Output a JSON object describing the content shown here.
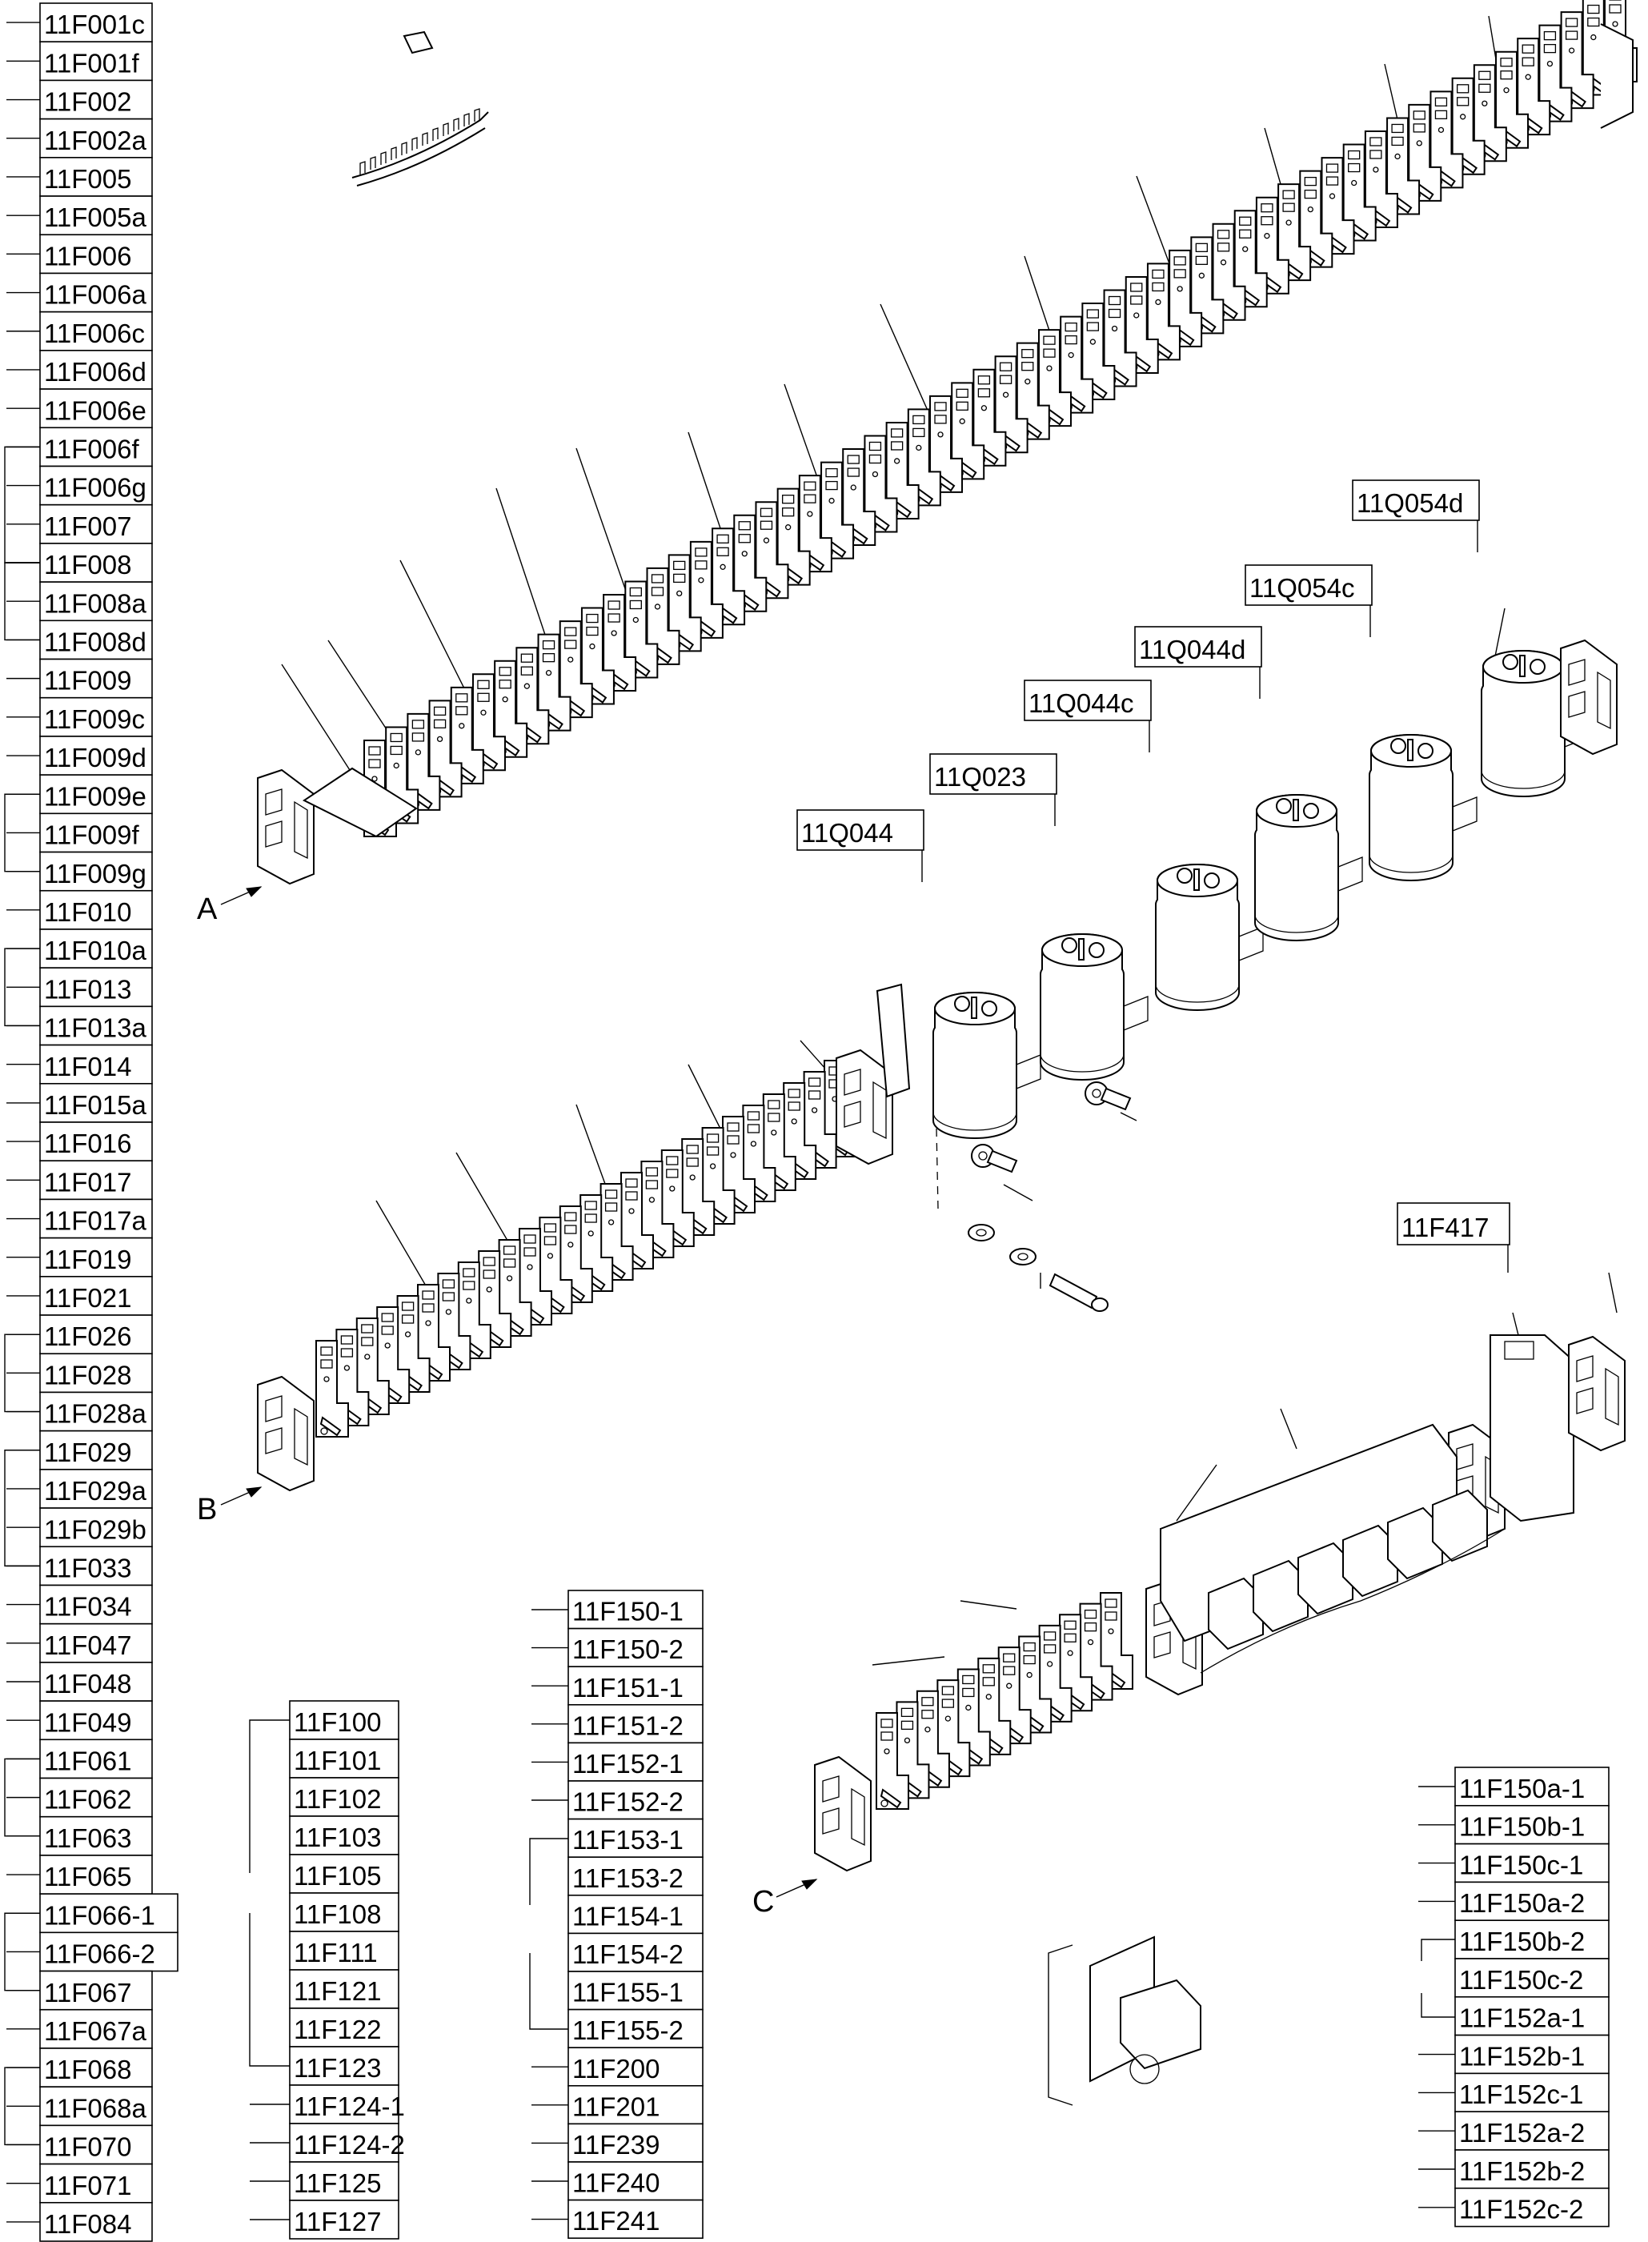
{
  "labels": {
    "left_column": [
      "11F001c",
      "11F001f",
      "11F002",
      "11F002a",
      "11F005",
      "11F005a",
      "11F006",
      "11F006a",
      "11F006c",
      "11F006d",
      "11F006e",
      "11F006f",
      "11F006g",
      "11F007",
      "11F008",
      "11F008a",
      "11F008d",
      "11F009",
      "11F009c",
      "11F009d",
      "11F009e",
      "11F009f",
      "11F009g",
      "11F010",
      "11F010a",
      "11F013",
      "11F013a",
      "11F014",
      "11F015a",
      "11F016",
      "11F017",
      "11F017a",
      "11F019",
      "11F021",
      "11F026",
      "11F028",
      "11F028a",
      "11F029",
      "11F029a",
      "11F029b",
      "11F033",
      "11F034",
      "11F047",
      "11F048",
      "11F049",
      "11F061",
      "11F062",
      "11F063",
      "11F065",
      "11F066-1",
      "11F066-2",
      "11F067",
      "11F067a",
      "11F068",
      "11F068a",
      "11F070",
      "11F071",
      "11F084"
    ],
    "middle_column": [
      "11F100",
      "11F101",
      "11F102",
      "11F103",
      "11F105",
      "11F108",
      "11F111",
      "11F121",
      "11F122",
      "11F123",
      "11F124-1",
      "11F124-2",
      "11F125",
      "11F127"
    ],
    "center_column": [
      "11F150-1",
      "11F150-2",
      "11F151-1",
      "11F151-2",
      "11F152-1",
      "11F152-2",
      "11F153-1",
      "11F153-2",
      "11F154-1",
      "11F154-2",
      "11F155-1",
      "11F155-2",
      "11F200",
      "11F201",
      "11F239",
      "11F240",
      "11F241"
    ],
    "right_column": [
      "11F150a-1",
      "11F150b-1",
      "11F150c-1",
      "11F150a-2",
      "11F150b-2",
      "11F150c-2",
      "11F152a-1",
      "11F152b-1",
      "11F152c-1",
      "11F152a-2",
      "11F152b-2",
      "11F152c-2"
    ],
    "contactors": [
      "11Q044",
      "11Q023",
      "11Q044c",
      "11Q044d",
      "11Q054c",
      "11Q054d"
    ],
    "single": [
      "11F417"
    ],
    "view_letters": [
      "A",
      "B",
      "C"
    ]
  }
}
